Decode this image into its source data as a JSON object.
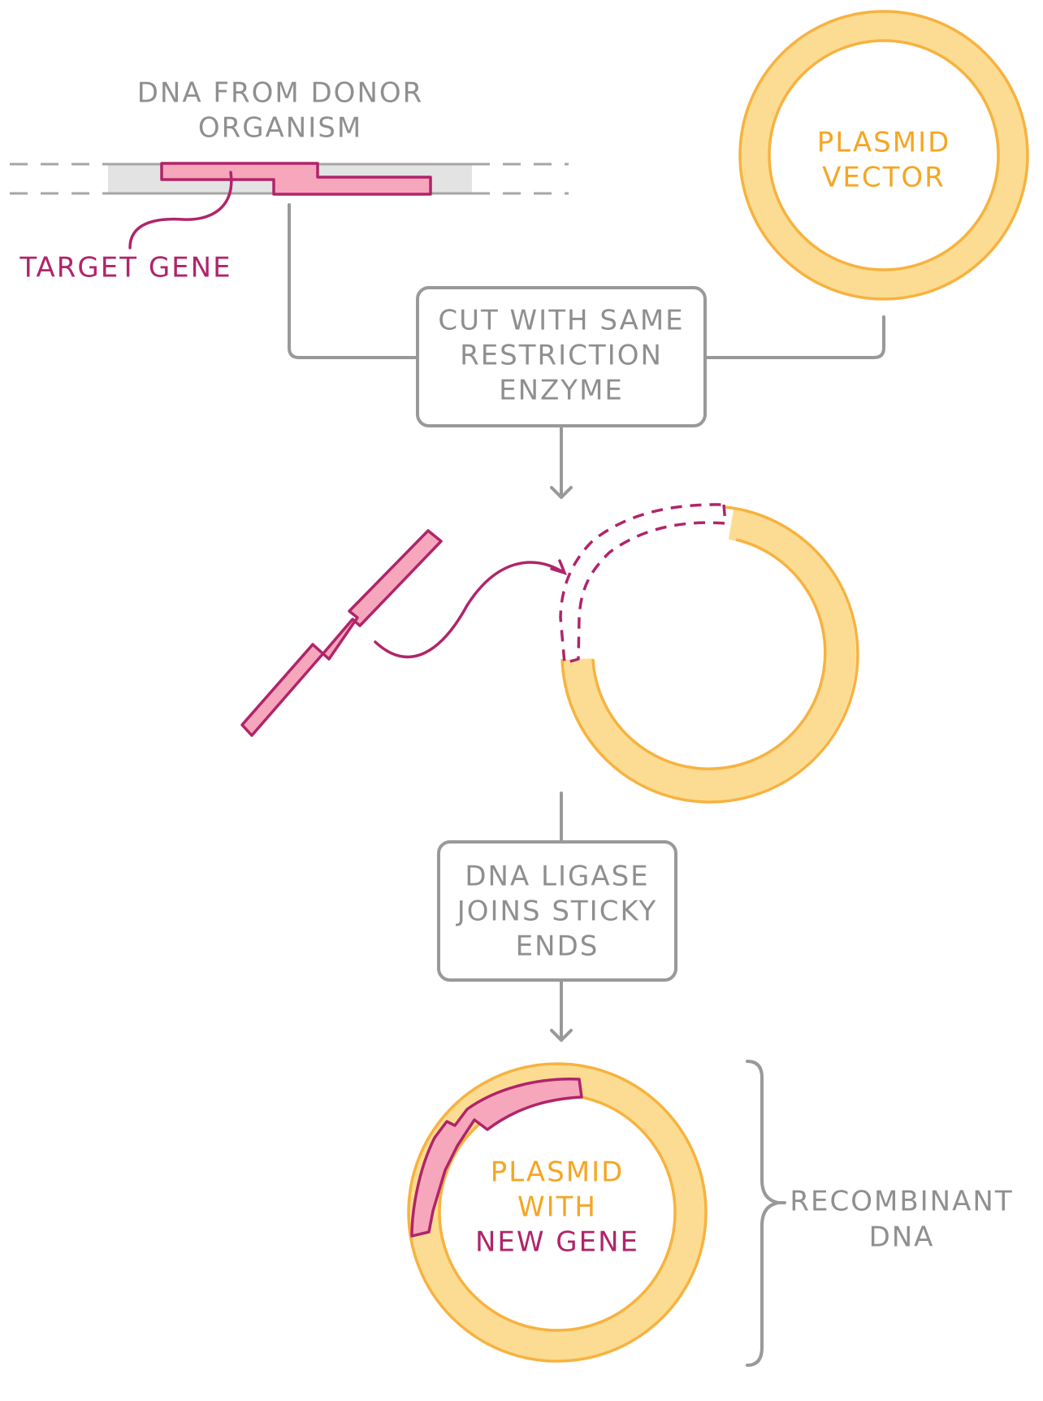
{
  "labels": {
    "donor_dna_line1": "DNA FROM DONOR",
    "donor_dna_line2": "ORGANISM",
    "target_gene": "TARGET GENE",
    "plasmid_vector_line1": "PLASMID",
    "plasmid_vector_line2": "VECTOR",
    "step1_line1": "CUT WITH SAME",
    "step1_line2": "RESTRICTION",
    "step1_line3": "ENZYME",
    "step2_line1": "DNA LIGASE",
    "step2_line2": "JOINS STICKY",
    "step2_line3": "ENDS",
    "result_line1": "PLASMID",
    "result_line2": "WITH",
    "result_line3": "NEW GENE",
    "recombinant_line1": "RECOMBINANT",
    "recombinant_line2": "DNA"
  },
  "colors": {
    "gray_text": "#8f8f8f",
    "orange_text": "#f5a623",
    "magenta_text": "#b0246a",
    "plasmid_fill": "#fbdc92",
    "plasmid_edge": "#f7b23f",
    "gene_fill": "#f6a7bb",
    "gene_edge": "#b0246a"
  }
}
